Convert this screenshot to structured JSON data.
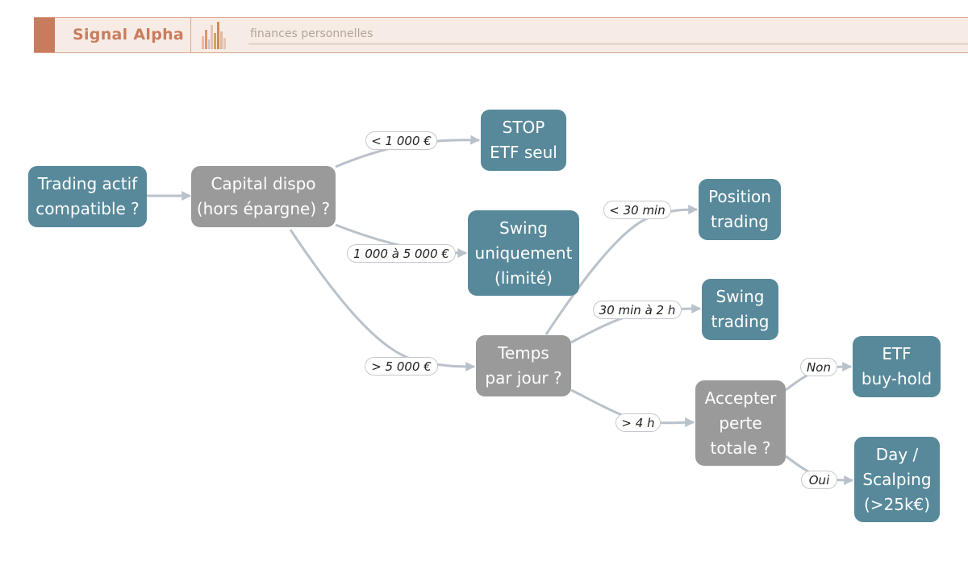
{
  "header": {
    "brand": "Signal Alpha",
    "tagline": "finances personnelles",
    "brand_color": "#c97c5d"
  },
  "colors": {
    "terminal": "#57899a",
    "decision": "#9a9a9a",
    "edge": "#b9c2ca"
  },
  "nodes": {
    "trading_actif": [
      "Trading actif",
      "compatible ?"
    ],
    "capital_dispo": [
      "Capital dispo",
      "(hors épargne) ?"
    ],
    "stop_etf": [
      "STOP",
      "ETF seul"
    ],
    "swing_uniquement": [
      "Swing",
      "uniquement",
      "(limité)"
    ],
    "temps_par_jour": [
      "Temps",
      "par jour ?"
    ],
    "position_trading": [
      "Position",
      "trading"
    ],
    "swing_trading": [
      "Swing",
      "trading"
    ],
    "accepter_perte": [
      "Accepter",
      "perte",
      "totale ?"
    ],
    "etf_buy_hold": [
      "ETF",
      "buy-hold"
    ],
    "day_scalping": [
      "Day /",
      "Scalping",
      "(>25k€)"
    ]
  },
  "edge_labels": {
    "lt_1000": "< 1 000 €",
    "1000_5000": "1 000 à 5 000 €",
    "gt_5000": "> 5 000 €",
    "lt_30min": "< 30 min",
    "30min_2h": "30 min à 2 h",
    "gt_4h": "> 4 h",
    "non": "Non",
    "oui": "Oui"
  }
}
